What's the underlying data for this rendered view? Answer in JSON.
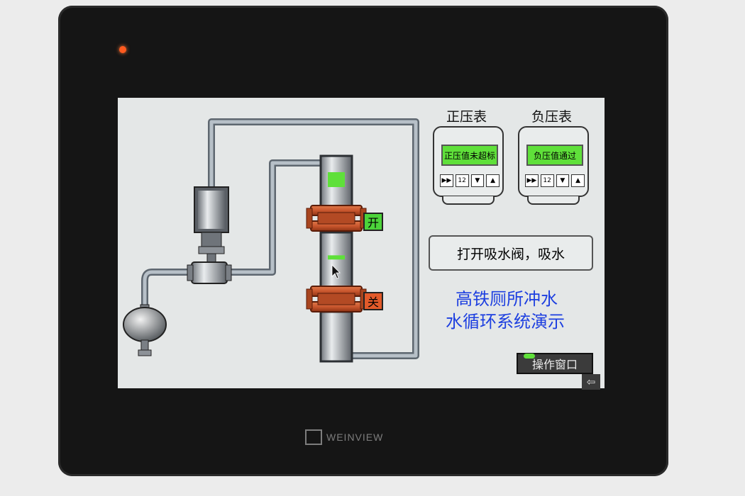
{
  "device": {
    "brand": "WEINVIEW"
  },
  "gauges": [
    {
      "title": "正压表",
      "display": "正压值未超标",
      "key_icons": [
        "fast-forward-icon",
        "digit-1-2-icon",
        "down-arrow-icon",
        "up-arrow-icon"
      ]
    },
    {
      "title": "负压表",
      "display": "负压值通过",
      "key_icons": [
        "fast-forward-icon",
        "digit-1-2-icon",
        "down-arrow-icon",
        "up-arrow-icon"
      ]
    }
  ],
  "message": "打开吸水阀，吸水",
  "title": {
    "line1": "高铁厕所冲水",
    "line2": "水循环系统演示"
  },
  "valves": [
    {
      "label": "开",
      "color": "#4cd43a"
    },
    {
      "label": "关",
      "color": "#e25a2a"
    }
  ],
  "op_button": "操作窗口",
  "tank_levels": {
    "upper": 0.3,
    "lower": 0.05
  },
  "colors": {
    "pipe": "#8f9aa5",
    "flange": "#c9572e",
    "level": "#5fe03a",
    "title_blue": "#1d3fe0"
  }
}
